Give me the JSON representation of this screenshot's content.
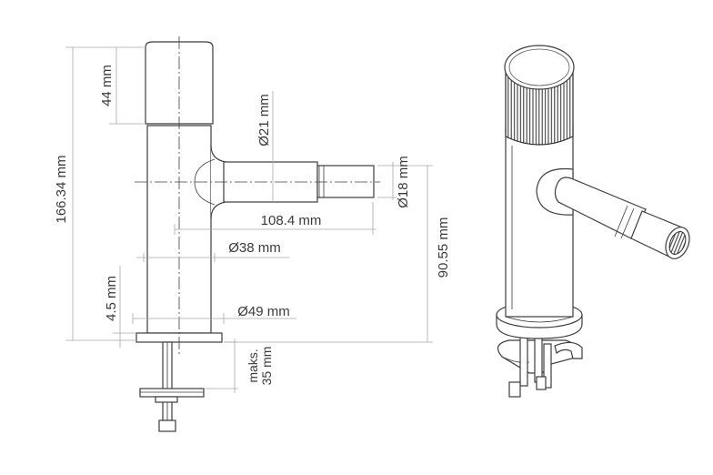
{
  "dimensions": {
    "knob_height": "44 mm",
    "total_height": "166.34 mm",
    "spout_diameter": "Ø21 mm",
    "nozzle_diameter": "Ø18 mm",
    "spout_length": "108.4 mm",
    "body_diameter": "Ø38 mm",
    "outlet_height": "90.55 mm",
    "base_thickness": "4.5 mm",
    "base_diameter": "Ø49 mm",
    "mount_label_line1": "maks.",
    "mount_label_line2": "35 mm"
  }
}
